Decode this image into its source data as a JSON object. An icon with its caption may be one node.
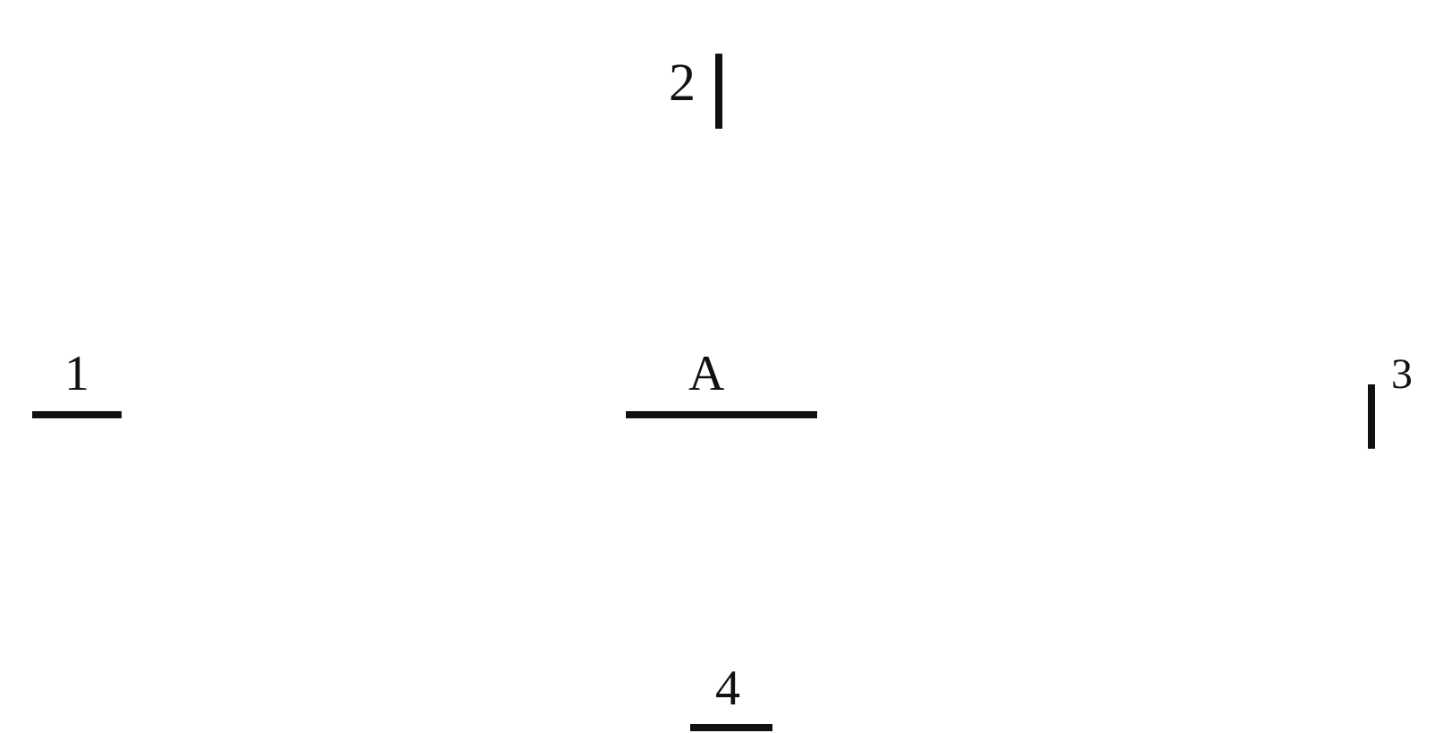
{
  "diagram": {
    "labels": [
      "2",
      "1",
      "A",
      "3",
      "4"
    ]
  }
}
